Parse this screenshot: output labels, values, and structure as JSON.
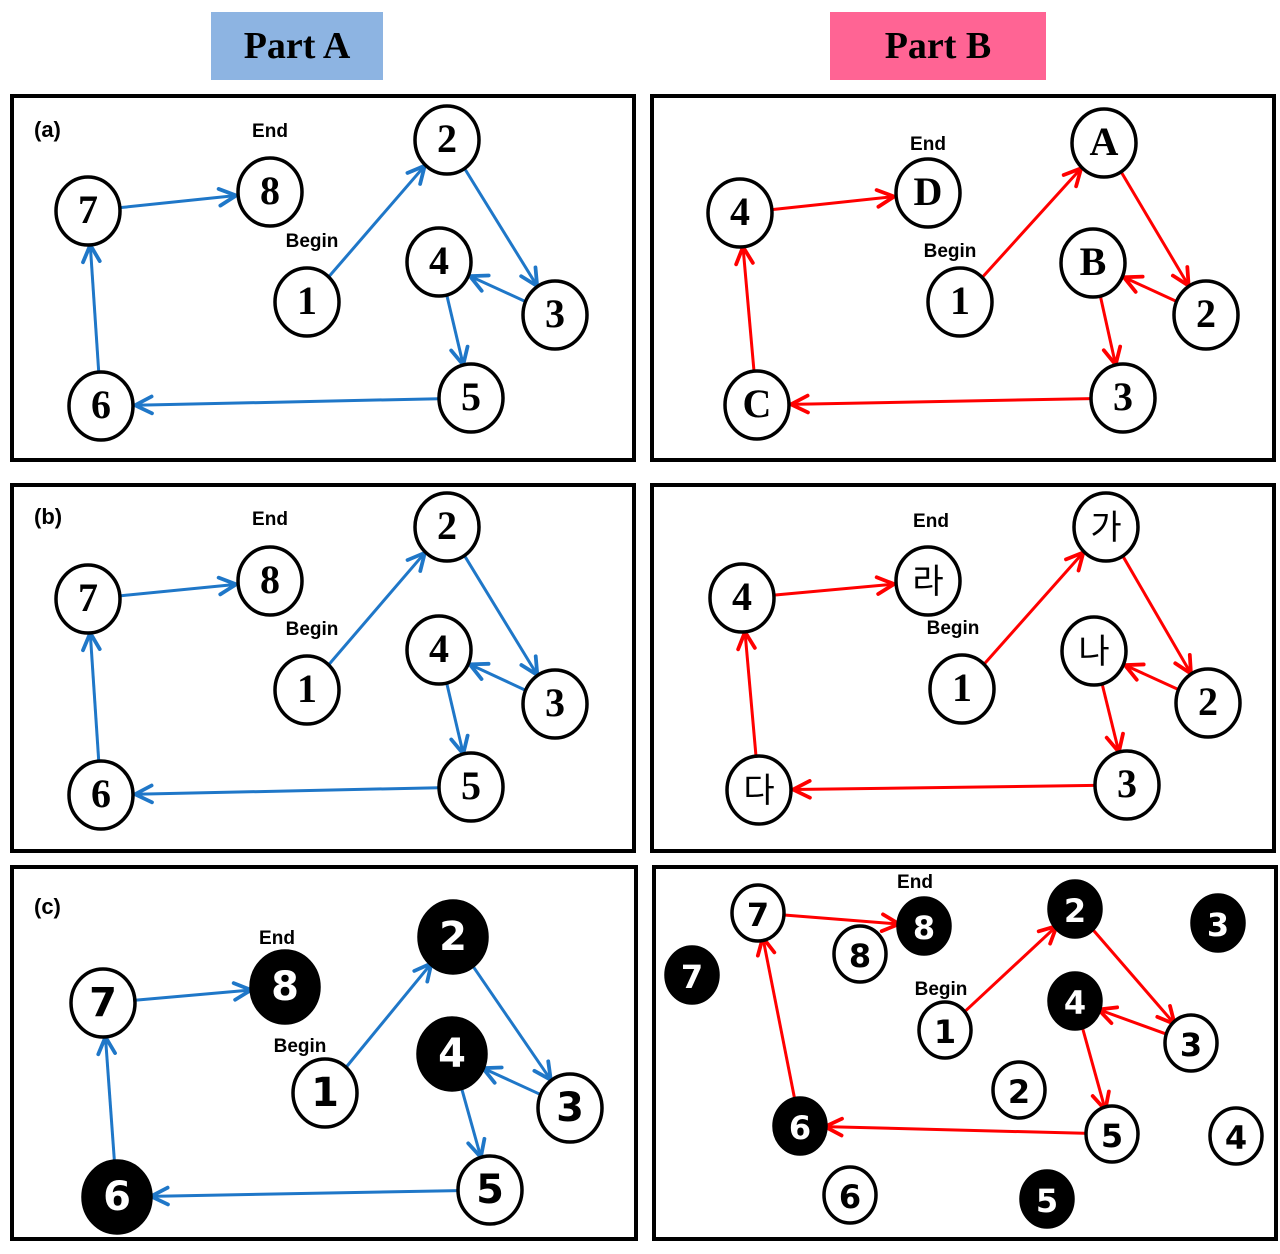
{
  "headers": {
    "part_a": {
      "label": "Part A",
      "color": "#8db4e2"
    },
    "part_b": {
      "label": "Part B",
      "color": "#ff6494"
    }
  },
  "colors": {
    "blue_arrow": "#1f77c8",
    "red_arrow": "#ff0000",
    "node_stroke": "#000000"
  },
  "panels": [
    {
      "id": "a-left",
      "tag": "(a)",
      "arrow": "blue",
      "font": "serif",
      "begin_label": "Begin",
      "end_label": "End",
      "nodes": [
        {
          "id": "1",
          "label": "1",
          "filled": false
        },
        {
          "id": "2",
          "label": "2",
          "filled": false
        },
        {
          "id": "3",
          "label": "3",
          "filled": false
        },
        {
          "id": "4",
          "label": "4",
          "filled": false
        },
        {
          "id": "5",
          "label": "5",
          "filled": false
        },
        {
          "id": "6",
          "label": "6",
          "filled": false
        },
        {
          "id": "7",
          "label": "7",
          "filled": false
        },
        {
          "id": "8",
          "label": "8",
          "filled": false
        }
      ],
      "path": [
        "1",
        "2",
        "3",
        "4",
        "5",
        "6",
        "7",
        "8"
      ]
    },
    {
      "id": "a-right",
      "tag": "",
      "arrow": "red",
      "font": "serif",
      "begin_label": "Begin",
      "end_label": "End",
      "nodes": [
        {
          "id": "1",
          "label": "1",
          "filled": false
        },
        {
          "id": "2",
          "label": "A",
          "filled": false
        },
        {
          "id": "3",
          "label": "2",
          "filled": false
        },
        {
          "id": "4",
          "label": "B",
          "filled": false
        },
        {
          "id": "5",
          "label": "3",
          "filled": false
        },
        {
          "id": "6",
          "label": "C",
          "filled": false
        },
        {
          "id": "7",
          "label": "4",
          "filled": false
        },
        {
          "id": "8",
          "label": "D",
          "filled": false
        }
      ],
      "path": [
        "1",
        "2",
        "3",
        "4",
        "5",
        "6",
        "7",
        "8"
      ]
    },
    {
      "id": "b-left",
      "tag": "(b)",
      "arrow": "blue",
      "font": "serif",
      "begin_label": "Begin",
      "end_label": "End",
      "nodes": [
        {
          "id": "1",
          "label": "1",
          "filled": false
        },
        {
          "id": "2",
          "label": "2",
          "filled": false
        },
        {
          "id": "3",
          "label": "3",
          "filled": false
        },
        {
          "id": "4",
          "label": "4",
          "filled": false
        },
        {
          "id": "5",
          "label": "5",
          "filled": false
        },
        {
          "id": "6",
          "label": "6",
          "filled": false
        },
        {
          "id": "7",
          "label": "7",
          "filled": false
        },
        {
          "id": "8",
          "label": "8",
          "filled": false
        }
      ],
      "path": [
        "1",
        "2",
        "3",
        "4",
        "5",
        "6",
        "7",
        "8"
      ]
    },
    {
      "id": "b-right",
      "tag": "",
      "arrow": "red",
      "font": "serif",
      "begin_label": "Begin",
      "end_label": "End",
      "nodes": [
        {
          "id": "1",
          "label": "1",
          "filled": false
        },
        {
          "id": "2",
          "label": "가",
          "filled": false
        },
        {
          "id": "3",
          "label": "2",
          "filled": false
        },
        {
          "id": "4",
          "label": "나",
          "filled": false
        },
        {
          "id": "5",
          "label": "3",
          "filled": false
        },
        {
          "id": "6",
          "label": "다",
          "filled": false
        },
        {
          "id": "7",
          "label": "4",
          "filled": false
        },
        {
          "id": "8",
          "label": "라",
          "filled": false
        }
      ],
      "path": [
        "1",
        "2",
        "3",
        "4",
        "5",
        "6",
        "7",
        "8"
      ]
    },
    {
      "id": "c-left",
      "tag": "(c)",
      "arrow": "blue",
      "font": "sans",
      "begin_label": "Begin",
      "end_label": "End",
      "nodes": [
        {
          "id": "1",
          "label": "1",
          "filled": false
        },
        {
          "id": "2",
          "label": "2",
          "filled": true
        },
        {
          "id": "3",
          "label": "3",
          "filled": false
        },
        {
          "id": "4",
          "label": "4",
          "filled": true
        },
        {
          "id": "5",
          "label": "5",
          "filled": false
        },
        {
          "id": "6",
          "label": "6",
          "filled": true
        },
        {
          "id": "7",
          "label": "7",
          "filled": false
        },
        {
          "id": "8",
          "label": "8",
          "filled": true
        }
      ],
      "path": [
        "1",
        "2",
        "3",
        "4",
        "5",
        "6",
        "7",
        "8"
      ]
    },
    {
      "id": "c-right",
      "tag": "",
      "arrow": "red",
      "font": "sans",
      "begin_label": "Begin",
      "end_label": "End",
      "nodes": [
        {
          "id": "1",
          "label": "1",
          "filled": false
        },
        {
          "id": "2",
          "label": "2",
          "filled": true
        },
        {
          "id": "3",
          "label": "3",
          "filled": false
        },
        {
          "id": "4",
          "label": "4",
          "filled": true
        },
        {
          "id": "5",
          "label": "5",
          "filled": false
        },
        {
          "id": "6",
          "label": "6",
          "filled": true
        },
        {
          "id": "7",
          "label": "7",
          "filled": false
        },
        {
          "id": "8",
          "label": "8",
          "filled": true
        },
        {
          "id": "d7",
          "label": "7",
          "filled": true
        },
        {
          "id": "d8",
          "label": "8",
          "filled": false
        },
        {
          "id": "d3",
          "label": "3",
          "filled": true
        },
        {
          "id": "d2",
          "label": "2",
          "filled": false
        },
        {
          "id": "d4",
          "label": "4",
          "filled": false
        },
        {
          "id": "d6",
          "label": "6",
          "filled": false
        },
        {
          "id": "d5",
          "label": "5",
          "filled": true
        }
      ],
      "path": [
        "1",
        "2",
        "3",
        "4",
        "5",
        "6",
        "7",
        "8"
      ]
    }
  ]
}
